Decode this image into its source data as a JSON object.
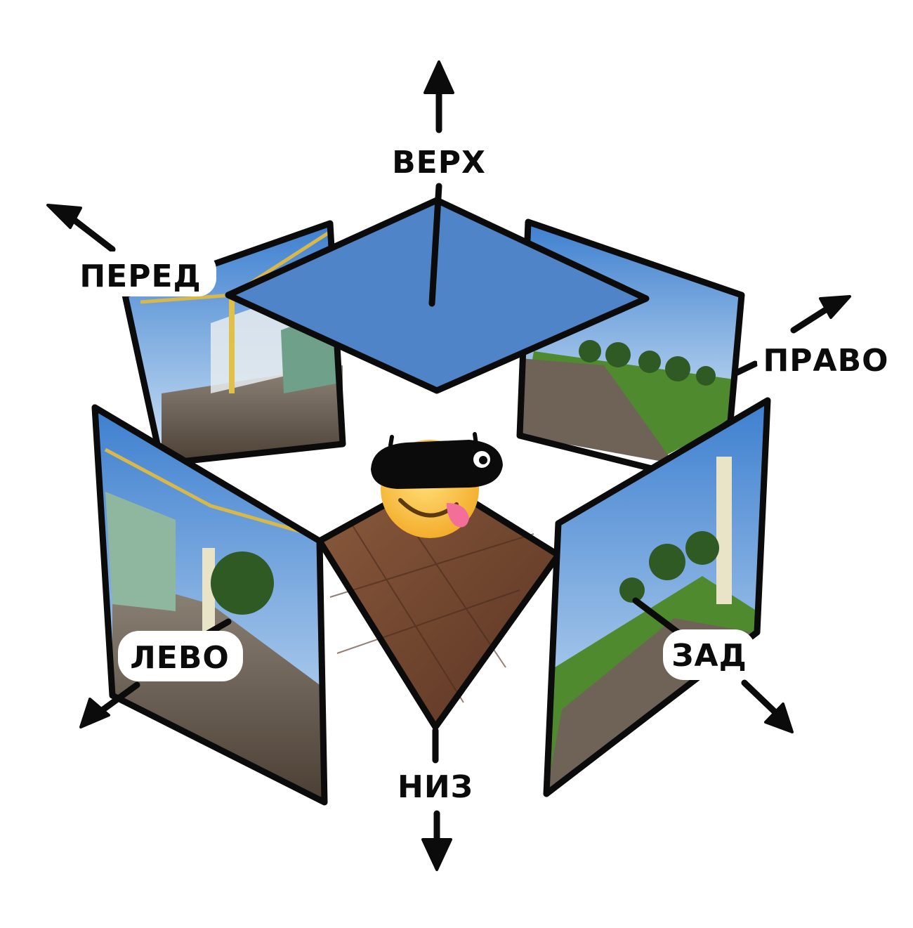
{
  "labels": {
    "top": "ВЕРХ",
    "front": "ПЕРЕД",
    "right": "ПРАВО",
    "left": "ЛЕВО",
    "back": "ЗАД",
    "bottom": "НИЗ"
  },
  "colors": {
    "top_face": "#4f84c8",
    "outline": "#0b0b0b",
    "sky": "#6fa6de",
    "grass": "#4f8a2e",
    "pavement": "#8d7b68",
    "floor_tile": "#7a4a33",
    "canopy": "#e1c04a",
    "emoji_face": "#f8c43a"
  },
  "icons": {
    "avatar": "tongue-out-emoji-with-black-cap-icon"
  }
}
